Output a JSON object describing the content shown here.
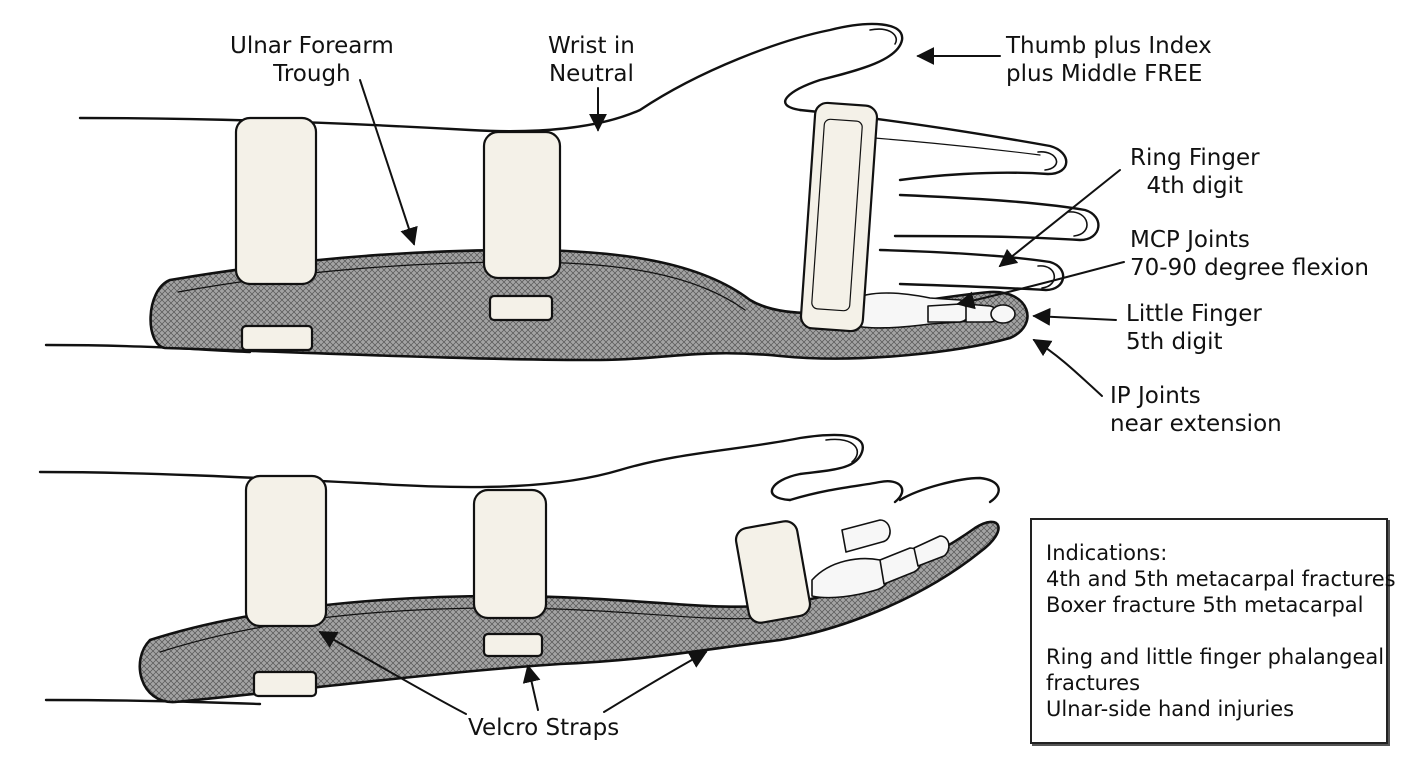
{
  "labels": {
    "ulnar_trough": [
      "Ulnar Forearm",
      "Trough"
    ],
    "wrist": [
      "Wrist in",
      "Neutral"
    ],
    "thumb": [
      "Thumb plus Index",
      "plus Middle FREE"
    ],
    "ring": [
      "Ring Finger",
      "4th digit"
    ],
    "mcp": [
      "MCP Joints",
      "70-90 degree flexion"
    ],
    "little": [
      "Little Finger",
      "5th digit"
    ],
    "ip": [
      "IP Joints",
      "near extension"
    ],
    "velcro": "Velcro Straps"
  },
  "indications": {
    "heading": "Indications:",
    "items": [
      "4th and 5th metacarpal fractures",
      "Boxer fracture 5th metacarpal",
      "",
      "Ring and little finger phalangeal",
      "fractures",
      "Ulnar-side hand injuries"
    ]
  },
  "colors": {
    "ink": "#111111",
    "splint_fill": "#9a9a9a",
    "strap_fill": "#f4f1e8"
  }
}
